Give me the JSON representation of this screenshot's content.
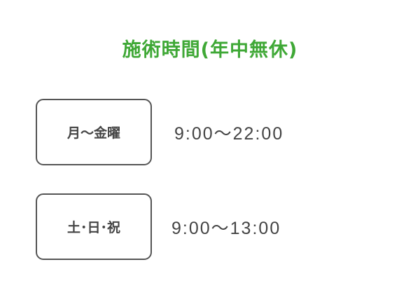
{
  "title": "施術時間(年中無休)",
  "colors": {
    "title": "#3fa836",
    "text": "#444444",
    "border": "#555555",
    "background": "#ffffff"
  },
  "schedule": [
    {
      "days": "月～金曜",
      "hours": "9:00～22:00"
    },
    {
      "days": "土･日･祝",
      "hours": "9:00～13:00"
    }
  ]
}
